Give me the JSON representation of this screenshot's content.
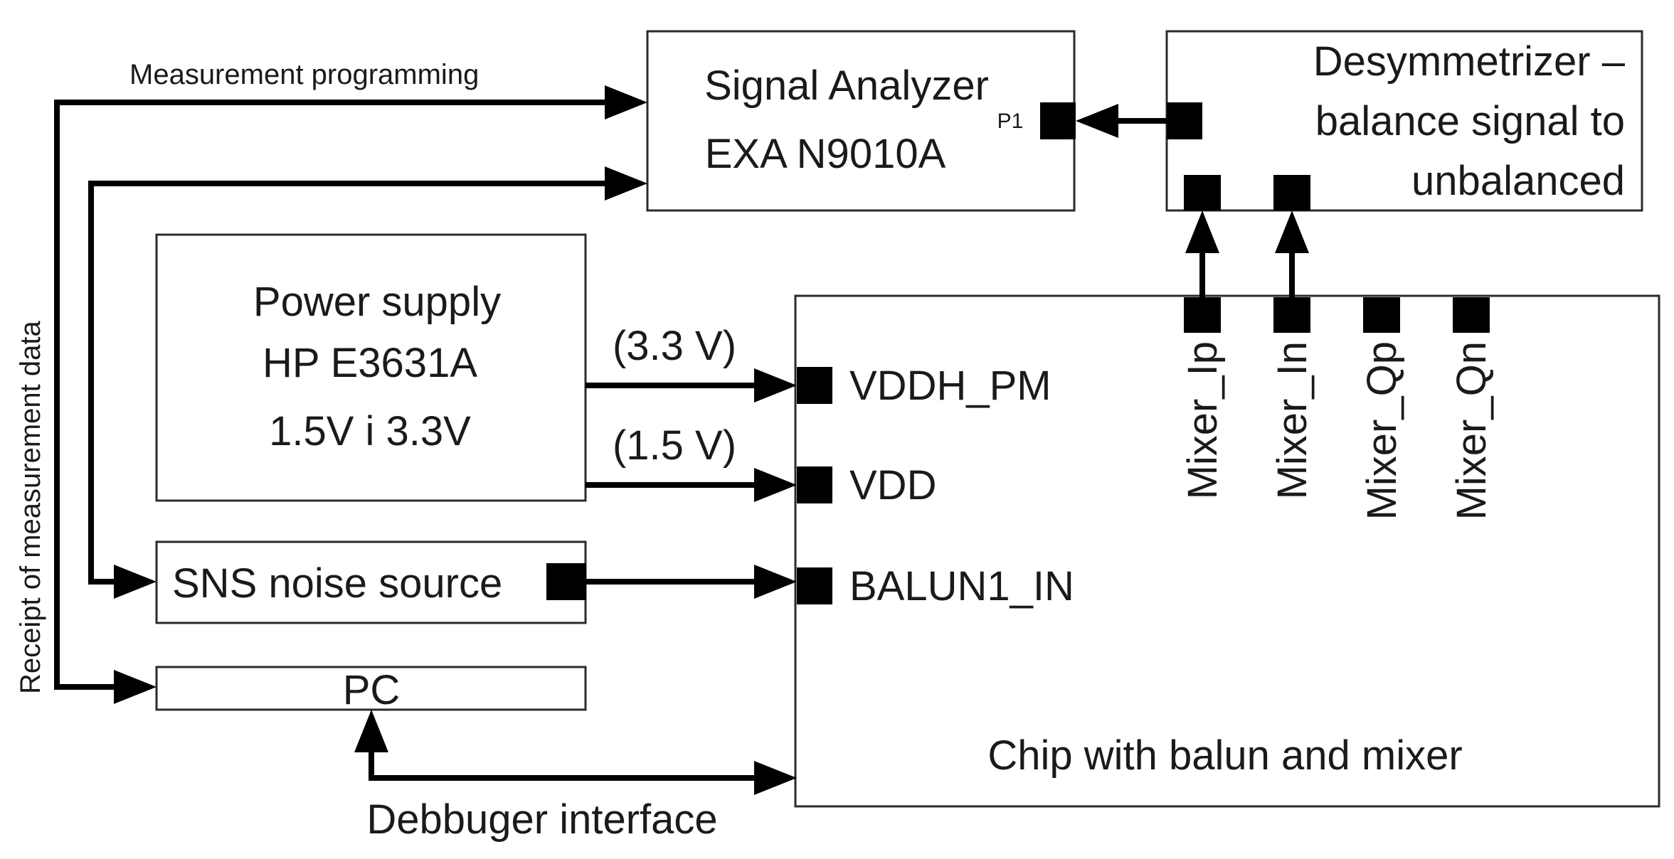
{
  "signal_analyzer": {
    "line1": "Signal Analyzer",
    "line2": "EXA N9010A",
    "port_label": "P1"
  },
  "desymmetrizer": {
    "line1": "Desymmetrizer –",
    "line2": "balance signal to",
    "line3": "unbalanced"
  },
  "power_supply": {
    "line1": "Power supply",
    "line2": "HP  E3631A",
    "line3": "1.5V i 3.3V"
  },
  "sns": {
    "label": "SNS noise source"
  },
  "pc": {
    "label": "PC"
  },
  "chip": {
    "label": "Chip with balun and mixer",
    "pins": {
      "vddh": "VDDH_PM",
      "vdd": "VDD",
      "balun": "BALUN1_IN"
    },
    "mixer_pins": [
      "Mixer_Ip",
      "Mixer_In",
      "Mixer_Qp",
      "Mixer_Qn"
    ]
  },
  "labels": {
    "measurement_programming": "Measurement programming",
    "receipt": "Receipt of measurement data",
    "v33": "(3.3 V)",
    "v15": "(1.5 V)",
    "debugger": "Debbuger interface"
  }
}
